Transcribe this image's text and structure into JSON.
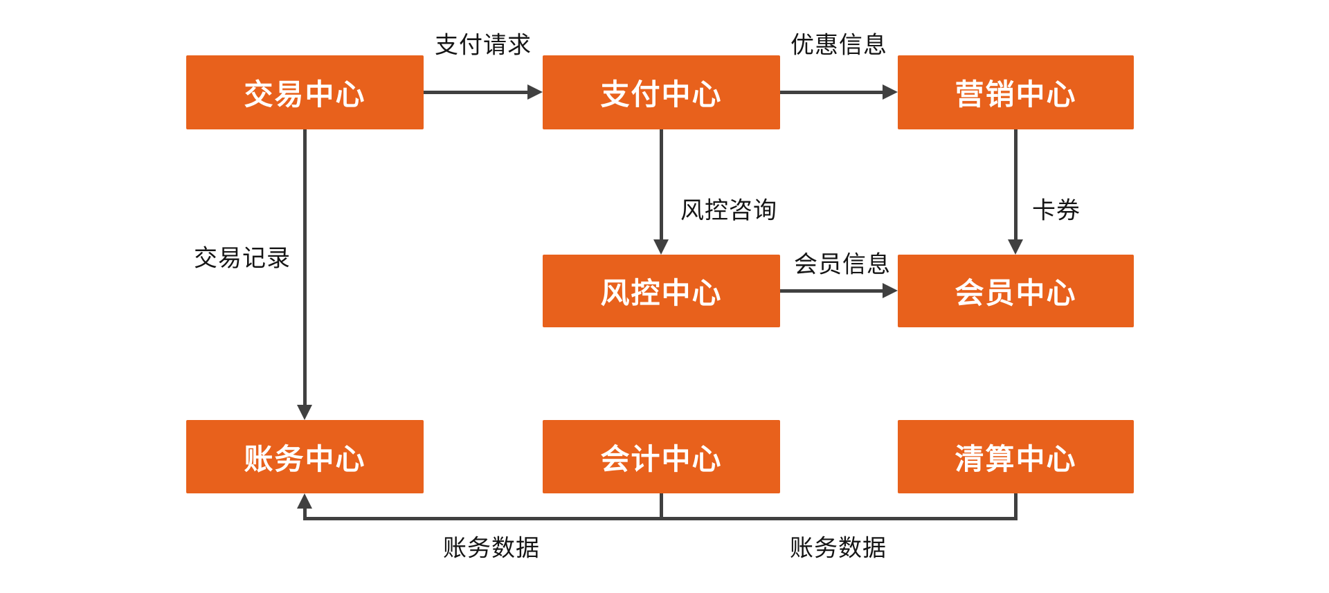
{
  "diagram": {
    "colors": {
      "node_fill": "#E8611C",
      "node_text": "#FFFFFF",
      "connector": "#404040",
      "edge_label_text": "#151515",
      "background": "#FFFFFF"
    },
    "nodes": [
      {
        "id": "trade-center",
        "label": "交易中心"
      },
      {
        "id": "payment-center",
        "label": "支付中心"
      },
      {
        "id": "marketing-center",
        "label": "营销中心"
      },
      {
        "id": "risk-center",
        "label": "风控中心"
      },
      {
        "id": "member-center",
        "label": "会员中心"
      },
      {
        "id": "account-center",
        "label": "账务中心"
      },
      {
        "id": "accounting-center",
        "label": "会计中心"
      },
      {
        "id": "clearing-center",
        "label": "清算中心"
      }
    ],
    "edges": [
      {
        "from": "trade-center",
        "to": "payment-center",
        "label": "支付请求"
      },
      {
        "from": "payment-center",
        "to": "marketing-center",
        "label": "优惠信息"
      },
      {
        "from": "payment-center",
        "to": "risk-center",
        "label": "风控咨询"
      },
      {
        "from": "marketing-center",
        "to": "member-center",
        "label": "卡券"
      },
      {
        "from": "risk-center",
        "to": "member-center",
        "label": "会员信息"
      },
      {
        "from": "trade-center",
        "to": "account-center",
        "label": "交易记录"
      },
      {
        "from": "accounting-center",
        "to": "account-center",
        "label": "账务数据"
      },
      {
        "from": "clearing-center",
        "to": "account-center",
        "label": "账务数据"
      }
    ]
  }
}
